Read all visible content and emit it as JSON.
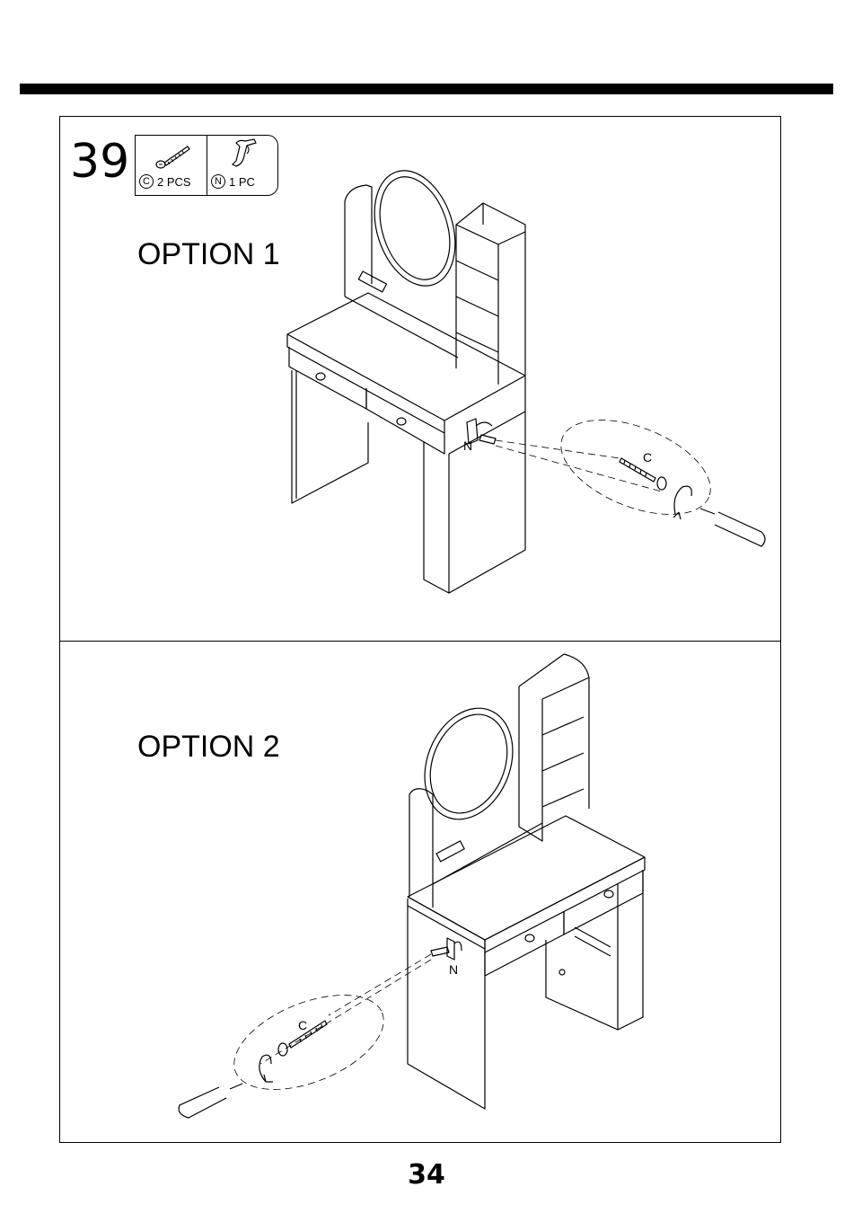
{
  "step": {
    "number": "39"
  },
  "parts": [
    {
      "letter": "C",
      "qty": "2 PCS",
      "icon": "screw-icon"
    },
    {
      "letter": "N",
      "qty": "1 PC",
      "icon": "bracket-icon"
    }
  ],
  "options": [
    {
      "title": "OPTION 1",
      "callout_screw": "C",
      "callout_bracket": "N"
    },
    {
      "title": "OPTION 2",
      "callout_screw": "C",
      "callout_bracket": "N"
    }
  ],
  "page": {
    "number": "34"
  }
}
